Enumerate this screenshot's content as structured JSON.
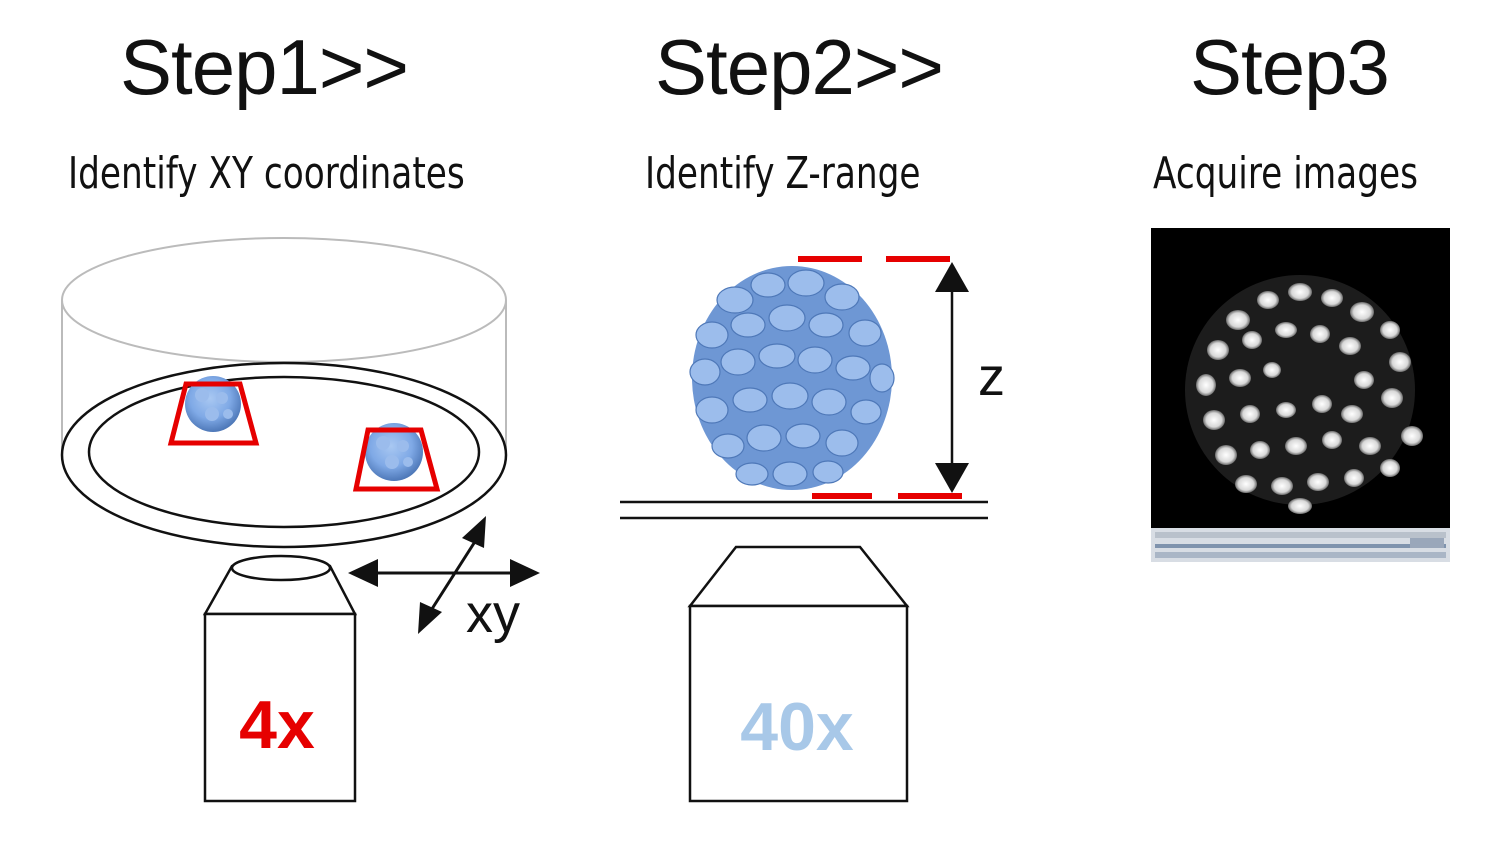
{
  "steps": [
    {
      "title": "Step1>>",
      "subtitle": "Identify XY coordinates",
      "objective": "4x",
      "objective_color": "#e60000",
      "axis_label": "xy"
    },
    {
      "title": "Step2>>",
      "subtitle": "Identify Z-range",
      "objective": "40x",
      "objective_color": "#a8c8e8",
      "axis_label": "z"
    },
    {
      "title": "Step3",
      "subtitle": "Acquire images"
    }
  ],
  "colors": {
    "spheroid": "#7fa9e6",
    "spheroid_dark": "#4e78b8",
    "marker_red": "#e60000",
    "line": "#111111",
    "dish_outline": "#bbbbbb"
  }
}
